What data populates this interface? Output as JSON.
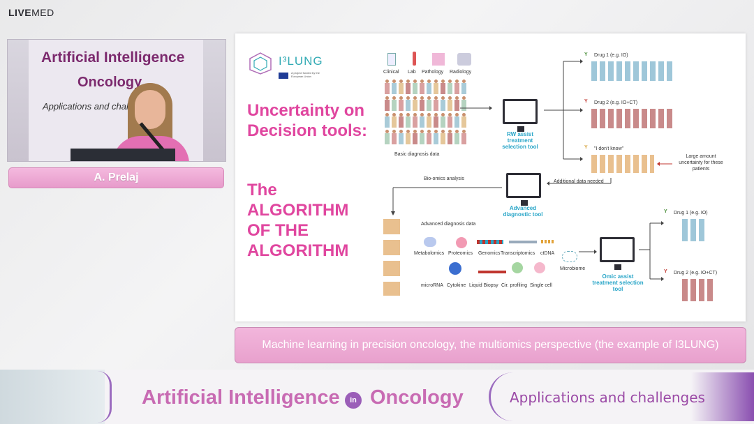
{
  "brand": {
    "logo_a": "LIVE",
    "logo_b": "MED"
  },
  "video": {
    "banner_line1": "Artificial Intelligence",
    "banner_line2": "Oncology",
    "banner_line3": "Applications and challenges"
  },
  "speaker": {
    "name": "A. Prelaj"
  },
  "slide": {
    "logo_text": "I³LUNG",
    "eu_text": "A project funded by the European Union",
    "title_a": "Uncertainty on Decision tools:",
    "title_b": "The ALGORITHM OF THE ALGORITHM",
    "data_sources": [
      "Clinical",
      "Lab",
      "Pathology",
      "Radiology"
    ],
    "basic_label": "Basic diagnosis data",
    "rw_tool": "RW assist treatment selection tool",
    "drug1": "Drug 1 (e.g. IO)",
    "drug2": "Drug 2 (e.g. IO+CT)",
    "dont_know": "\"I don't know\"",
    "uncertainty_note": "Large amount uncertainty for these patients",
    "additional_data": "Additional data needed",
    "bio_omics": "Bio-omics analysis",
    "adv_tool": "Advanced diagnostic tool",
    "adv_label": "Advanced diagnosis data",
    "omics_row1": [
      "Metabolomics",
      "Proteomics",
      "Genomics",
      "Transcriptomics",
      "ctDNA"
    ],
    "omics_row2": [
      "microRNA",
      "Cytokine",
      "Liquid Biopsy",
      "Cir. profiling",
      "Single cell"
    ],
    "microbiome": "Microbiome",
    "omic_tool": "Omic assist treatment selection tool",
    "omic_drug1": "Drug 1 (e.g. IO)",
    "omic_drug2": "Drug 2 (e.g. IO+CT)"
  },
  "caption": {
    "text": "Machine learning in precision oncology, the multiomics perspective (the example of I3LUNG)"
  },
  "footer": {
    "title_a": "Artificial Intelligence",
    "in_word": "in",
    "title_b": "Oncology",
    "subtitle": "Applications and challenges"
  },
  "colors": {
    "accent": "#e0469f",
    "tool_blue": "#2aa6c8",
    "caption_bg": "#eaa6d0"
  }
}
